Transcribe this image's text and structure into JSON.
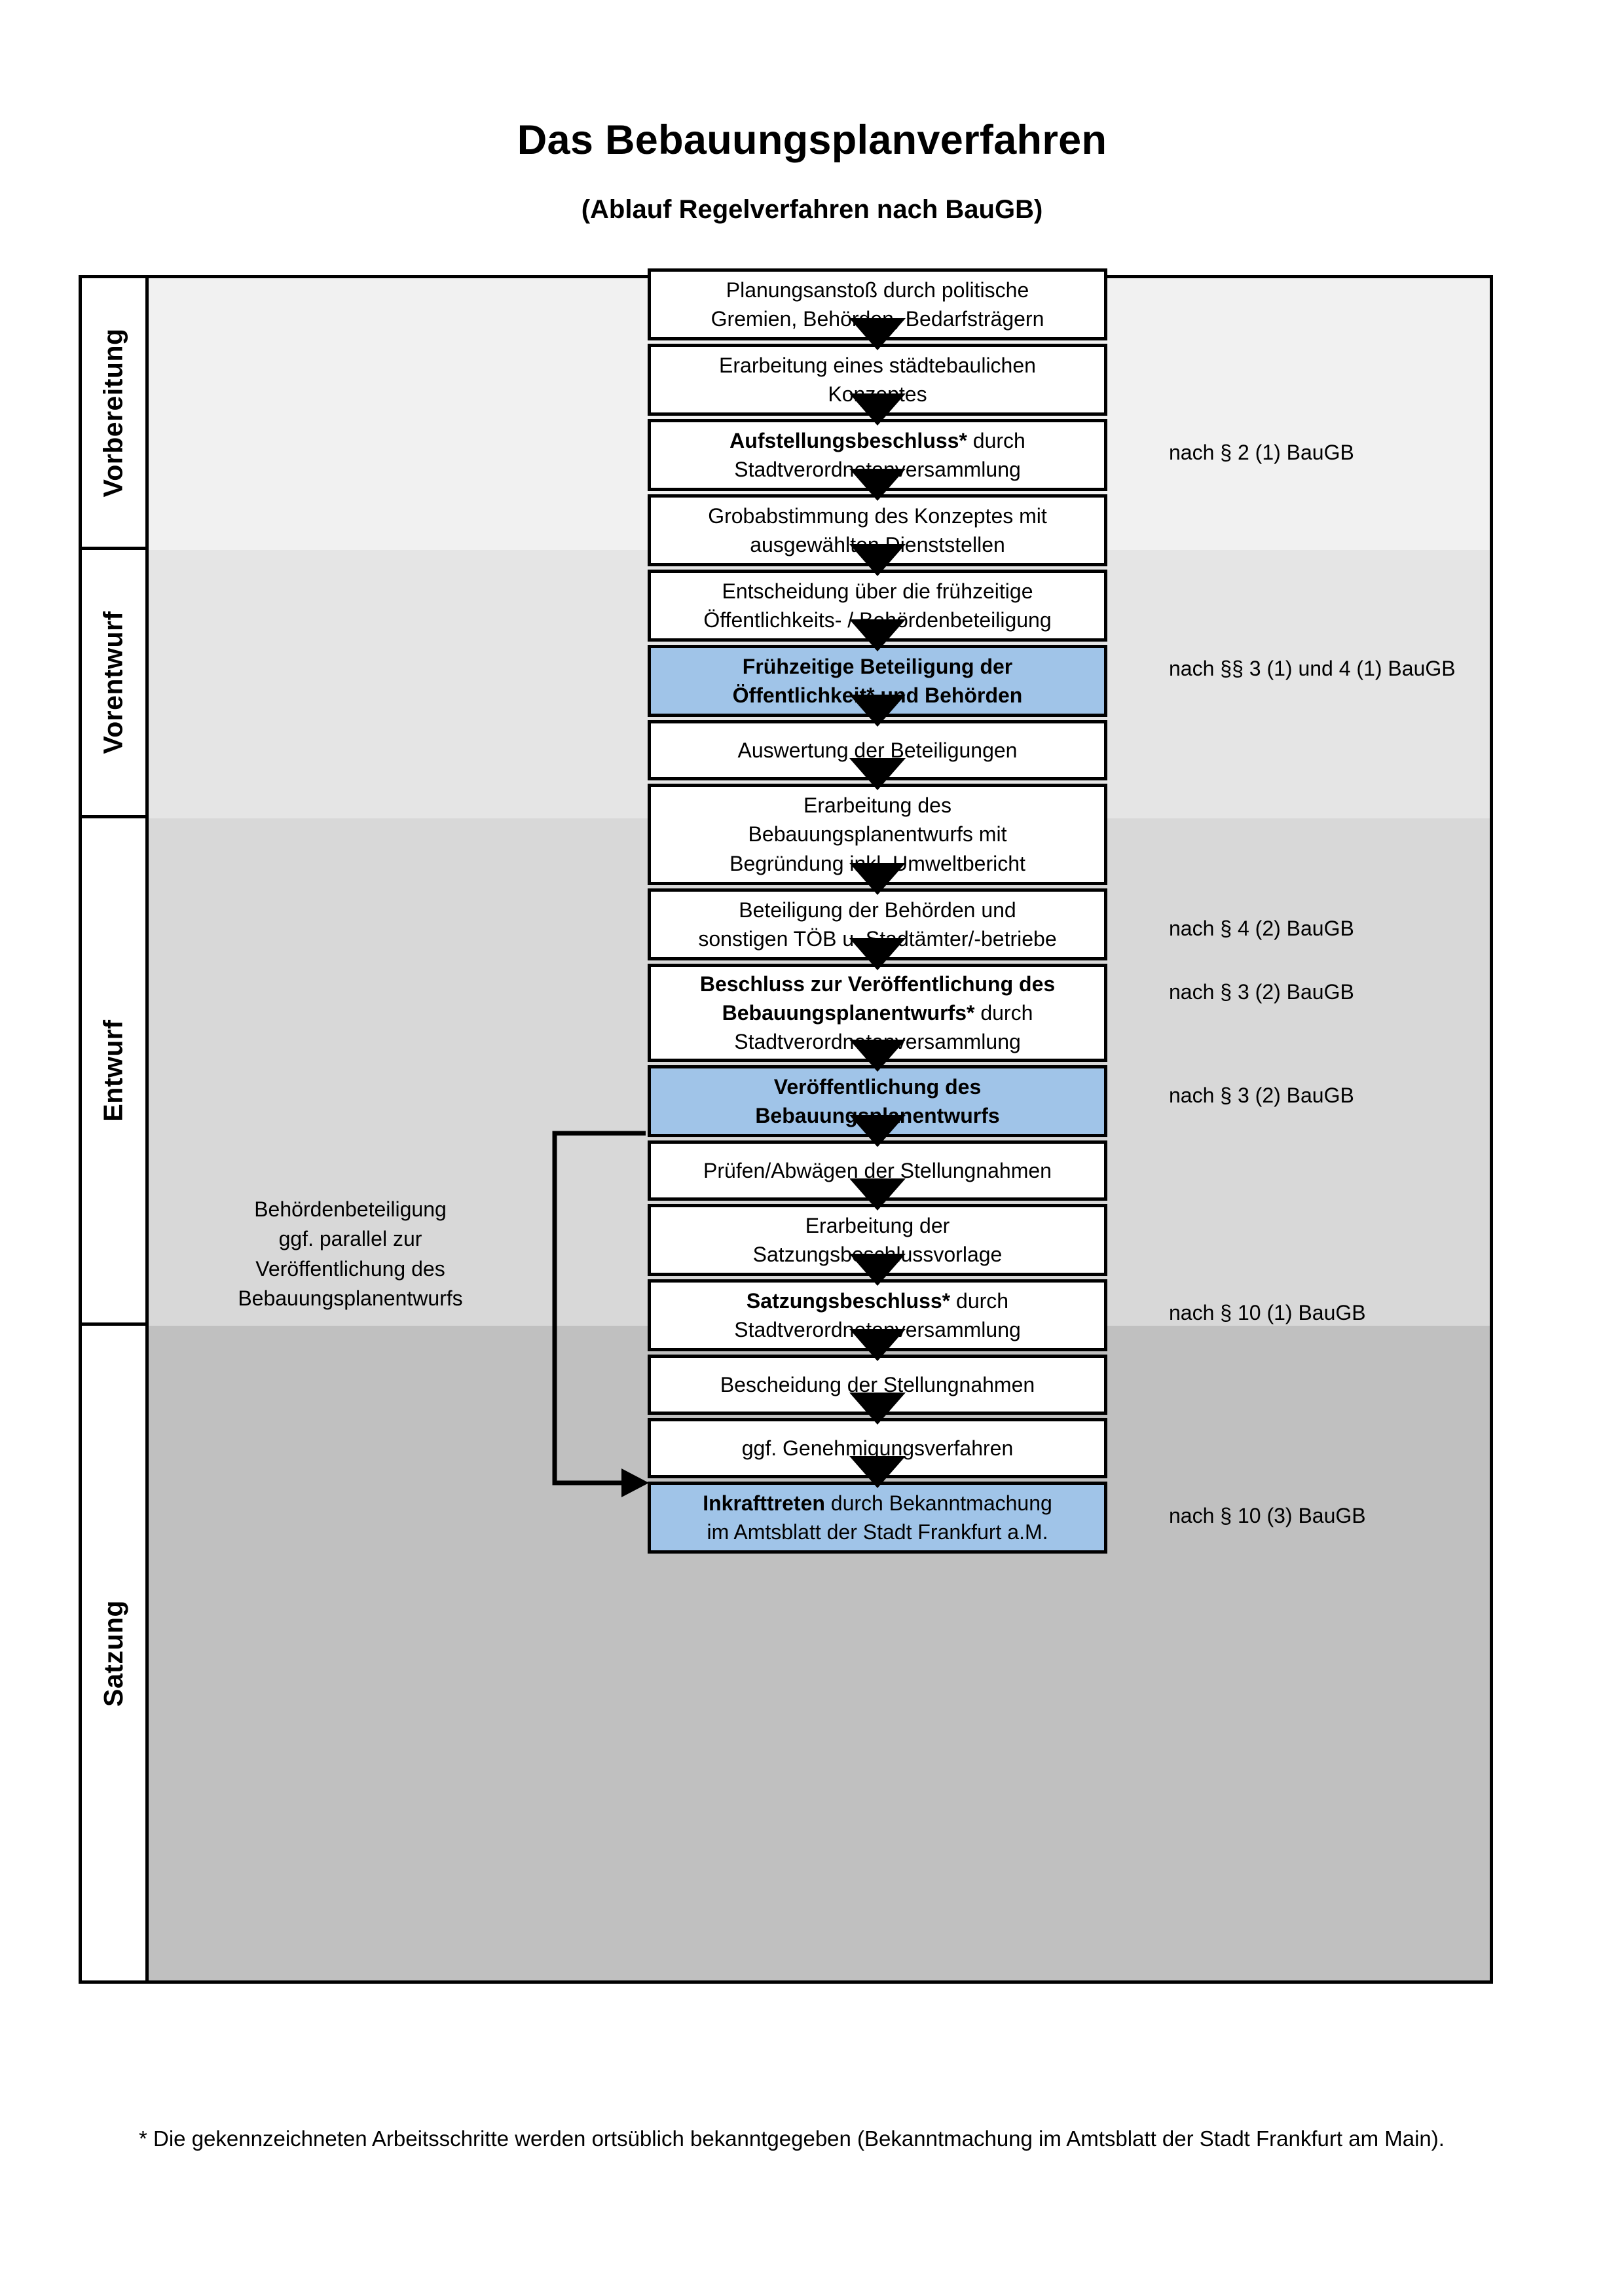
{
  "header": {
    "title": "Das Bebauungsplanverfahren",
    "subtitle": "(Ablauf Regelverfahren nach BauGB)"
  },
  "colors": {
    "band_vorbereitung": "#f1f1f1",
    "band_vorentwurf": "#e5e5e5",
    "band_entwurf": "#d8d8d8",
    "band_satzung": "#c0c0c0",
    "highlight_blue": "#a0c4e8",
    "stroke": "#000000",
    "box_fill": "#ffffff"
  },
  "phases": [
    {
      "id": "vorbereitung",
      "label": "Vorbereitung"
    },
    {
      "id": "vorentwurf",
      "label": "Vorentwurf"
    },
    {
      "id": "entwurf",
      "label": "Entwurf"
    },
    {
      "id": "satzung",
      "label": "Satzung"
    }
  ],
  "steps": [
    {
      "id": "s1",
      "phase": "vorbereitung",
      "highlight": false,
      "lines": [
        {
          "t": "Planungsanstoß durch politische",
          "b": false
        },
        {
          "t": "Gremien, Behörden, Bedarfsträgern",
          "b": false
        }
      ]
    },
    {
      "id": "s2",
      "phase": "vorbereitung",
      "highlight": false,
      "lines": [
        {
          "t": "Erarbeitung eines städtebaulichen",
          "b": false
        },
        {
          "t": "Konzeptes",
          "b": false
        }
      ]
    },
    {
      "id": "s3",
      "phase": "vorbereitung",
      "highlight": false,
      "lines": [
        {
          "t": "Aufstellungsbeschluss*",
          "b": true,
          "suffix": " durch"
        },
        {
          "t": "Stadtverordnetenversammlung",
          "b": false
        }
      ]
    },
    {
      "id": "s4",
      "phase": "vorentwurf",
      "highlight": false,
      "lines": [
        {
          "t": "Grobabstimmung des Konzeptes mit",
          "b": false
        },
        {
          "t": "ausgewählten Dienststellen",
          "b": false
        }
      ]
    },
    {
      "id": "s5",
      "phase": "vorentwurf",
      "highlight": false,
      "lines": [
        {
          "t": "Entscheidung über die frühzeitige",
          "b": false
        },
        {
          "t": "Öffentlichkeits- / Behördenbeteiligung",
          "b": false
        }
      ]
    },
    {
      "id": "s6",
      "phase": "vorentwurf",
      "highlight": true,
      "lines": [
        {
          "t": "Frühzeitige Beteiligung der",
          "b": true
        },
        {
          "t": "Öffentlichkeit* und Behörden",
          "b": true
        }
      ]
    },
    {
      "id": "s7",
      "phase": "entwurf",
      "highlight": false,
      "lines": [
        {
          "t": "Auswertung der Beteiligungen",
          "b": false
        }
      ]
    },
    {
      "id": "s8",
      "phase": "entwurf",
      "highlight": false,
      "lines": [
        {
          "t": "Erarbeitung des",
          "b": false
        },
        {
          "t": "Bebauungsplanentwurfs mit",
          "b": false
        },
        {
          "t": "Begründung inkl. Umweltbericht",
          "b": false
        }
      ]
    },
    {
      "id": "s9",
      "phase": "entwurf",
      "highlight": false,
      "lines": [
        {
          "t": "Beteiligung der Behörden und",
          "b": false
        },
        {
          "t": "sonstigen TÖB u. Stadtämter/-betriebe",
          "b": false
        }
      ]
    },
    {
      "id": "s10",
      "phase": "entwurf",
      "highlight": false,
      "lines": [
        {
          "t": "Beschluss zur Veröffentlichung des",
          "b": true
        },
        {
          "t": "Bebauungsplanentwurfs*",
          "b": true,
          "suffix": " durch"
        },
        {
          "t": "Stadtverordnetenversammlung",
          "b": false
        }
      ]
    },
    {
      "id": "s11",
      "phase": "entwurf",
      "highlight": true,
      "lines": [
        {
          "t": "Veröffentlichung des",
          "b": true
        },
        {
          "t": "Bebauungsplanentwurfs",
          "b": true
        }
      ]
    },
    {
      "id": "s12",
      "phase": "satzung",
      "highlight": false,
      "lines": [
        {
          "t": "Prüfen/Abwägen der Stellungnahmen",
          "b": false
        }
      ]
    },
    {
      "id": "s13",
      "phase": "satzung",
      "highlight": false,
      "lines": [
        {
          "t": "Erarbeitung der",
          "b": false
        },
        {
          "t": "Satzungsbeschlussvorlage",
          "b": false
        }
      ]
    },
    {
      "id": "s14",
      "phase": "satzung",
      "highlight": false,
      "lines": [
        {
          "t": "Satzungsbeschluss*",
          "b": true,
          "suffix": " durch"
        },
        {
          "t": "Stadtverordnetenversammlung",
          "b": false
        }
      ]
    },
    {
      "id": "s15",
      "phase": "satzung",
      "highlight": false,
      "lines": [
        {
          "t": "Bescheidung der Stellungnahmen",
          "b": false
        }
      ]
    },
    {
      "id": "s16",
      "phase": "satzung",
      "highlight": false,
      "lines": [
        {
          "t": "ggf. Genehmigungsverfahren",
          "b": false
        }
      ]
    },
    {
      "id": "s17",
      "phase": "satzung",
      "highlight": true,
      "lines": [
        {
          "t": "Inkrafttreten",
          "b": true,
          "suffix": " durch Bekanntmachung"
        },
        {
          "t": "im Amtsblatt der Stadt Frankfurt a.M.",
          "b": false
        }
      ]
    }
  ],
  "legal_notes": [
    {
      "id": "n1",
      "text": "nach § 2 (1) BauGB"
    },
    {
      "id": "n2",
      "text": "nach §§ 3 (1) und 4 (1) BauGB"
    },
    {
      "id": "n3",
      "text": "nach § 4 (2) BauGB"
    },
    {
      "id": "n4",
      "text": "nach § 3 (2) BauGB"
    },
    {
      "id": "n5",
      "text": "nach § 3 (2) BauGB"
    },
    {
      "id": "n6",
      "text": "nach § 10 (1) BauGB"
    },
    {
      "id": "n7",
      "text": "nach § 10 (3) BauGB"
    }
  ],
  "side_note": {
    "lines": [
      "Behördenbeteiligung",
      "ggf. parallel zur",
      "Veröffentlichung des",
      "Bebauungsplanentwurfs"
    ]
  },
  "footnote": {
    "text": "* Die gekennzeichneten Arbeitsschritte werden ortsüblich bekanntgegeben (Bekanntmachung im Amtsblatt  der Stadt Frankfurt am Main)."
  }
}
